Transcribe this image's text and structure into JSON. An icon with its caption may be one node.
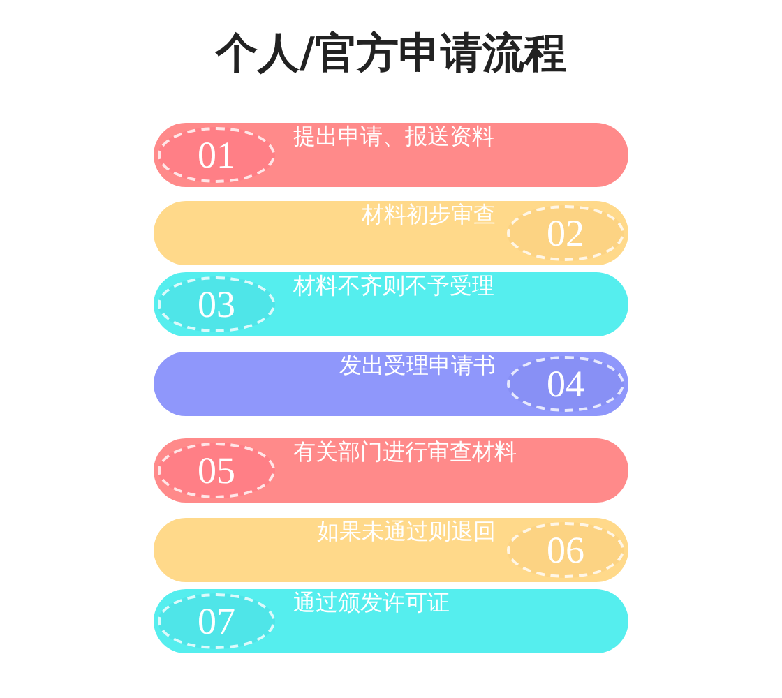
{
  "diagram": {
    "title": "个人/官方申请流程",
    "nodes": [
      {
        "text": [
          "01",
          "提出申请、报送资料"
        ]
      },
      {
        "text": [
          "02",
          "材料初步审查"
        ]
      },
      {
        "text": [
          "03",
          "材料不齐则不予受理"
        ]
      },
      {
        "text": [
          "04",
          "发出受理申请书"
        ]
      },
      {
        "text": [
          "05",
          "有关部门进行审查材料"
        ]
      },
      {
        "text": [
          "06",
          "如果未通过则退回"
        ]
      },
      {
        "text": [
          "07",
          "通过颁发许可证"
        ]
      }
    ],
    "edges": []
  }
}
